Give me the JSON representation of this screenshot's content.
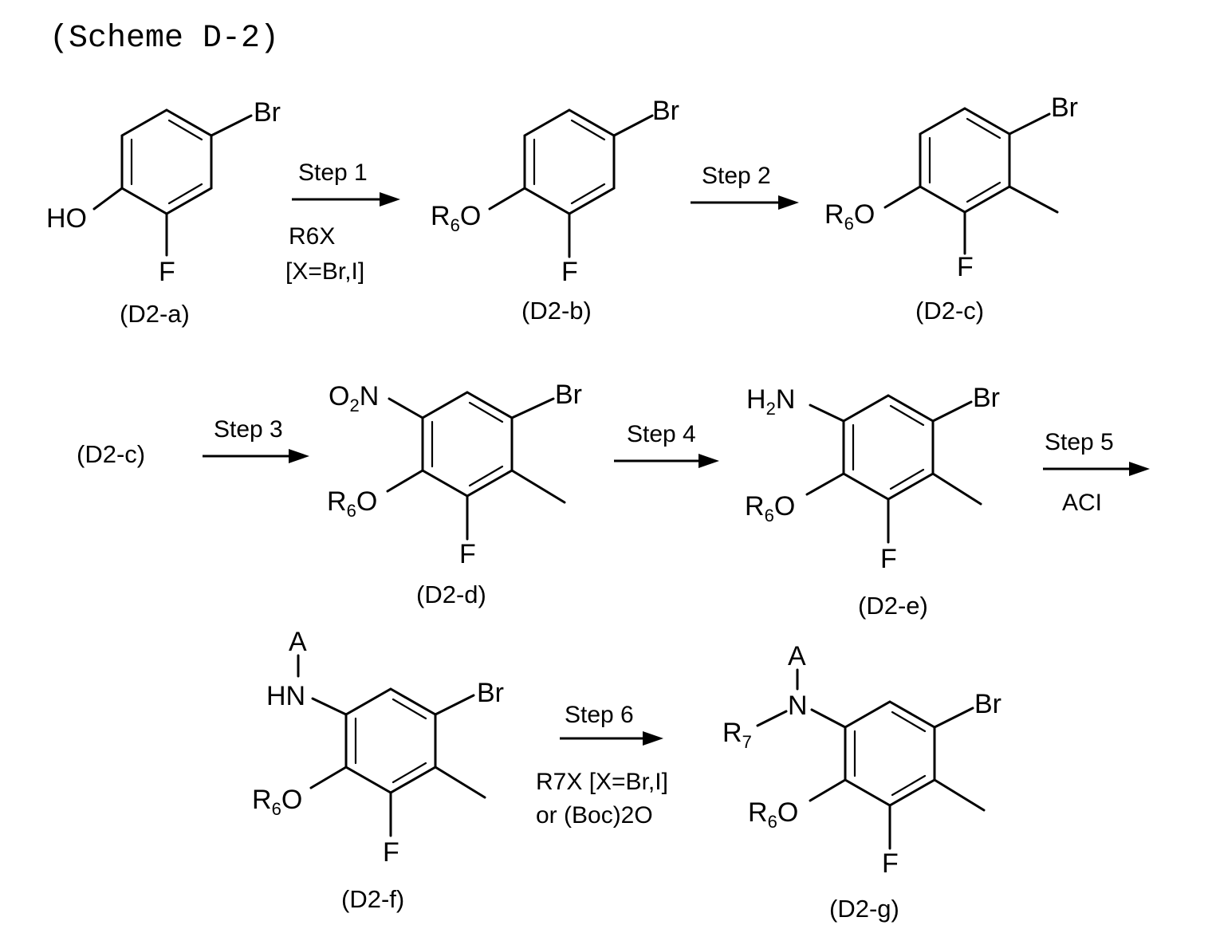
{
  "title": "(Scheme D-2)",
  "atoms": {
    "br": "Br",
    "f": "F",
    "ho": "HO",
    "o": "O",
    "r": "R",
    "six": "6",
    "seven": "7",
    "n": "N",
    "h": "H",
    "two": "2",
    "a": "A",
    "hn": "HN"
  },
  "compounds": {
    "a": "(D2-a)",
    "b": "(D2-b)",
    "c": "(D2-c)",
    "c_ref": "(D2-c)",
    "d": "(D2-d)",
    "e": "(D2-e)",
    "f": "(D2-f)",
    "g": "(D2-g)"
  },
  "steps": {
    "s1": {
      "label": "Step 1",
      "cond1": "R6X",
      "cond2": "[X=Br,I]"
    },
    "s2": {
      "label": "Step 2"
    },
    "s3": {
      "label": "Step 3"
    },
    "s4": {
      "label": "Step 4"
    },
    "s5": {
      "label": "Step 5",
      "cond1": "ACI"
    },
    "s6": {
      "label": "Step 6",
      "cond1": "R7X [X=Br,I]",
      "cond2": "or (Boc)2O"
    }
  }
}
